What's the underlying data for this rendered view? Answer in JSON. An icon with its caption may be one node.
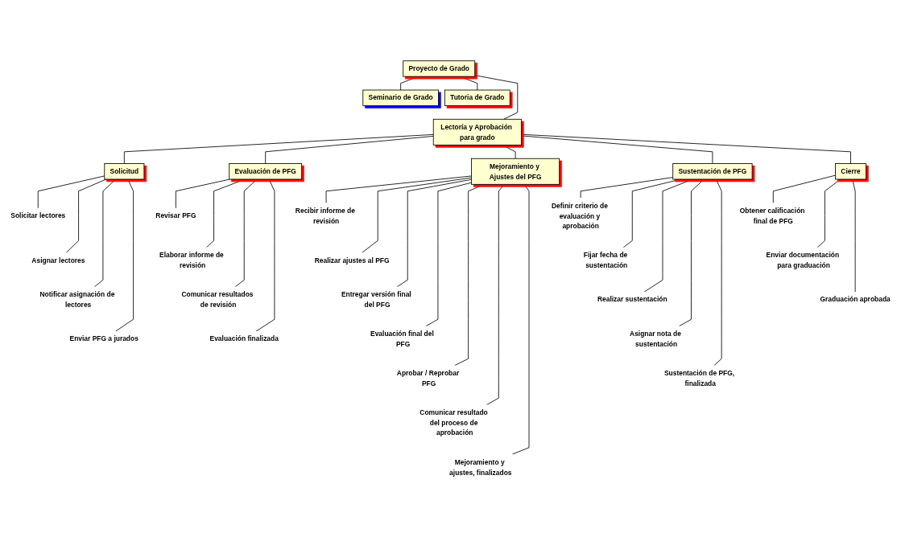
{
  "diagram": {
    "nodes": [
      {
        "text": [
          "Proyecto de Grado"
        ]
      },
      {
        "text": [
          "Seminario de Grado"
        ]
      },
      {
        "text": [
          "Tutoria de Grado"
        ]
      },
      {
        "text": [
          "Lectoría y Aprobación para grado"
        ]
      },
      {
        "text": [
          "Solicitud"
        ]
      },
      {
        "text": [
          "Evaluación de PFG"
        ]
      },
      {
        "text": [
          "Mejoramiento y Ajustes del PFG"
        ]
      },
      {
        "text": [
          "Sustentación de PFG"
        ]
      },
      {
        "text": [
          "Cierre"
        ]
      },
      {
        "text": [
          "Solicitar lectores"
        ]
      },
      {
        "text": [
          "Asignar lectores"
        ]
      },
      {
        "text": [
          "Notificar asignación de lectores"
        ]
      },
      {
        "text": [
          "Enviar PFG a jurados"
        ]
      },
      {
        "text": [
          "Revisar PFG"
        ]
      },
      {
        "text": [
          "Elaborar informe de revisión"
        ]
      },
      {
        "text": [
          "Comunicar resultados de revisión"
        ]
      },
      {
        "text": [
          "Evaluación finalizada"
        ]
      },
      {
        "text": [
          "Recibir informe de revisión"
        ]
      },
      {
        "text": [
          "Realizar ajustes al PFG"
        ]
      },
      {
        "text": [
          "Entregar versión final del PFG"
        ]
      },
      {
        "text": [
          "Evaluación final del PFG"
        ]
      },
      {
        "text": [
          "Aprobar / Reprobar PFG"
        ]
      },
      {
        "text": [
          "Comunicar resultado del proceso de aprobación"
        ]
      },
      {
        "text": [
          "Mejoramiento y ajustes, finalizados"
        ]
      },
      {
        "text": [
          "Definir criterio de evaluación y aprobación"
        ]
      },
      {
        "text": [
          "Fijar fecha de sustentación"
        ]
      },
      {
        "text": [
          "Realizar sustentación"
        ]
      },
      {
        "text": [
          "Asignar nota de sustentación"
        ]
      },
      {
        "text": [
          "Sustentación de PFG, finalizada"
        ]
      },
      {
        "text": [
          "Obtener calificación final de PFG"
        ]
      },
      {
        "text": [
          "Enviar documentación para graduación"
        ]
      },
      {
        "text": [
          "Graduación aprobada"
        ]
      }
    ],
    "edges": [
      {
        "from": 0,
        "to": 1,
        "arrow": "none"
      },
      {
        "from": 0,
        "to": 2,
        "arrow": "none"
      },
      {
        "from": 0,
        "to": 3,
        "arrow": "none"
      },
      {
        "from": 3,
        "to": 4,
        "arrow": "none"
      },
      {
        "from": 3,
        "to": 5,
        "arrow": "none"
      },
      {
        "from": 3,
        "to": 6,
        "arrow": "none"
      },
      {
        "from": 3,
        "to": 7,
        "arrow": "none"
      },
      {
        "from": 3,
        "to": 8,
        "arrow": "none"
      },
      {
        "from": 4,
        "to": 9,
        "arrow": "none"
      },
      {
        "from": 4,
        "to": 10,
        "arrow": "none"
      },
      {
        "from": 4,
        "to": 11,
        "arrow": "none"
      },
      {
        "from": 4,
        "to": 12,
        "arrow": "none"
      },
      {
        "from": 5,
        "to": 13,
        "arrow": "none"
      },
      {
        "from": 5,
        "to": 14,
        "arrow": "none"
      },
      {
        "from": 5,
        "to": 15,
        "arrow": "none"
      },
      {
        "from": 5,
        "to": 16,
        "arrow": "none"
      },
      {
        "from": 6,
        "to": 17,
        "arrow": "none"
      },
      {
        "from": 6,
        "to": 18,
        "arrow": "none"
      },
      {
        "from": 6,
        "to": 19,
        "arrow": "none"
      },
      {
        "from": 6,
        "to": 20,
        "arrow": "none"
      },
      {
        "from": 6,
        "to": 21,
        "arrow": "none"
      },
      {
        "from": 6,
        "to": 22,
        "arrow": "none"
      },
      {
        "from": 6,
        "to": 23,
        "arrow": "none"
      },
      {
        "from": 7,
        "to": 24,
        "arrow": "none"
      },
      {
        "from": 7,
        "to": 25,
        "arrow": "none"
      },
      {
        "from": 7,
        "to": 26,
        "arrow": "none"
      },
      {
        "from": 7,
        "to": 27,
        "arrow": "none"
      },
      {
        "from": 7,
        "to": 28,
        "arrow": "none"
      },
      {
        "from": 8,
        "to": 29,
        "arrow": "none"
      },
      {
        "from": 8,
        "to": 30,
        "arrow": "none"
      },
      {
        "from": 8,
        "to": 31,
        "arrow": "none"
      }
    ]
  }
}
